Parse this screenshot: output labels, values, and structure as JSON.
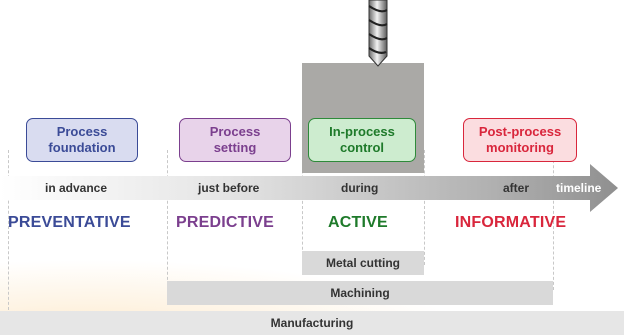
{
  "stages": [
    {
      "box_label": "Process\nfoundation",
      "timing": "in advance",
      "category": "PREVENTATIVE",
      "border": "#3b4b97",
      "fill": "#d9dcf0",
      "text": "#3b4b97"
    },
    {
      "box_label": "Process\nsetting",
      "timing": "just before",
      "category": "PREDICTIVE",
      "border": "#7b3f8e",
      "fill": "#e8d3ea",
      "text": "#7b3f8e"
    },
    {
      "box_label": "In-process\ncontrol",
      "timing": "during",
      "category": "ACTIVE",
      "border": "#2e8a3a",
      "fill": "#cdeccf",
      "text": "#1e7a2a"
    },
    {
      "box_label": "Post-process\nmonitoring",
      "timing": "after",
      "category": "INFORMATIVE",
      "border": "#d9263c",
      "fill": "#fbdde0",
      "text": "#d9263c"
    }
  ],
  "timeline_label": "timeline",
  "scopes": {
    "metal_cutting": "Metal cutting",
    "machining": "Machining",
    "manufacturing": "Manufacturing"
  },
  "colors": {
    "workpiece": "#aaa9a6",
    "scope_bar": "#d9d9d9",
    "manufacturing_bar": "#e6e6e6",
    "background_glow": "#fde8c8"
  },
  "icons": [
    "end-mill-tool-icon"
  ]
}
